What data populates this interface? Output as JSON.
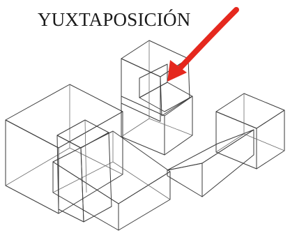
{
  "title": "YUXTAPOSICIÓN",
  "colors": {
    "arrow": "#e5281e",
    "face_top": "#e6e6e6",
    "face_left": "#9c9c9c",
    "face_right": "#c4c4c4",
    "edge": "#3a3a3a",
    "background": "#ffffff"
  },
  "arrow": {
    "icon": "red-pointer-arrow"
  },
  "solids": [
    "large-cube",
    "l-shaped-block-with-tall-prism",
    "stacked-tower-with-notch",
    "small-cube-with-wedge"
  ]
}
